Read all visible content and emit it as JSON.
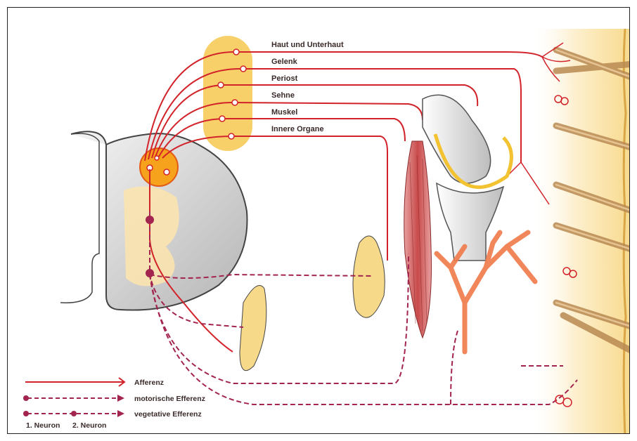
{
  "labels": {
    "haut": "Haut und Unterhaut",
    "gelenk": "Gelenk",
    "periost": "Periost",
    "sehne": "Sehne",
    "muskel": "Muskel",
    "organe": "Innere Organe"
  },
  "legend": {
    "afferenz": "Afferenz",
    "motorisch": "motorische Efferenz",
    "vegetativ": "vegetative Efferenz",
    "neuron1": "1. Neuron",
    "neuron2": "2. Neuron"
  },
  "colors": {
    "nerve": "#d2232a",
    "motor": "#a3254f",
    "yellow": "#f7cd62",
    "skin": "#fbe6b0",
    "hair": "#b98a52",
    "gray": "#c8c8c8"
  }
}
